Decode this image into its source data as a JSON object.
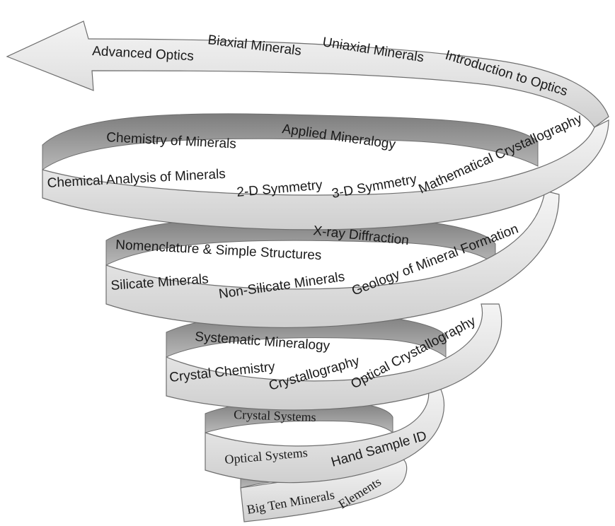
{
  "spiral_labels": {
    "advanced_optics": "Advanced Optics",
    "biaxial_minerals": "Biaxial Minerals",
    "uniaxial_minerals": "Uniaxial Minerals",
    "introduction_to_optics": "Introduction to Optics",
    "chemistry_of_minerals": "Chemistry of Minerals",
    "applied_mineralogy": "Applied Mineralogy",
    "chemical_analysis_of_minerals": "Chemical Analysis of Minerals",
    "two_d_symmetry": "2-D Symmetry",
    "three_d_symmetry": "3-D Symmetry",
    "mathematical_crystallography": "Mathematical Crystallography",
    "x_ray_diffraction": "X-ray Diffraction",
    "nomenclature_simple_structures": "Nomenclature & Simple Structures",
    "silicate_minerals": "Silicate Minerals",
    "non_silicate_minerals": "Non-Silicate Minerals",
    "geology_of_mineral_formation": "Geology of Mineral Formation",
    "systematic_mineralogy": "Systematic Mineralogy",
    "crystal_chemistry": "Crystal Chemistry",
    "crystallography": "Crystallography",
    "optical_crystallography": "Optical Crystallography",
    "crystal_systems": "Crystal Systems",
    "optical_systems": "Optical Systems",
    "hand_sample_id": "Hand Sample ID",
    "big_ten_minerals": "Big Ten Minerals",
    "elements": "Elements"
  },
  "colors": {
    "ribbon_front": "#e6e6e6",
    "ribbon_back": "#9a9a9a",
    "ribbon_edge": "#6e6e6e",
    "text": "#1a1a1a"
  }
}
